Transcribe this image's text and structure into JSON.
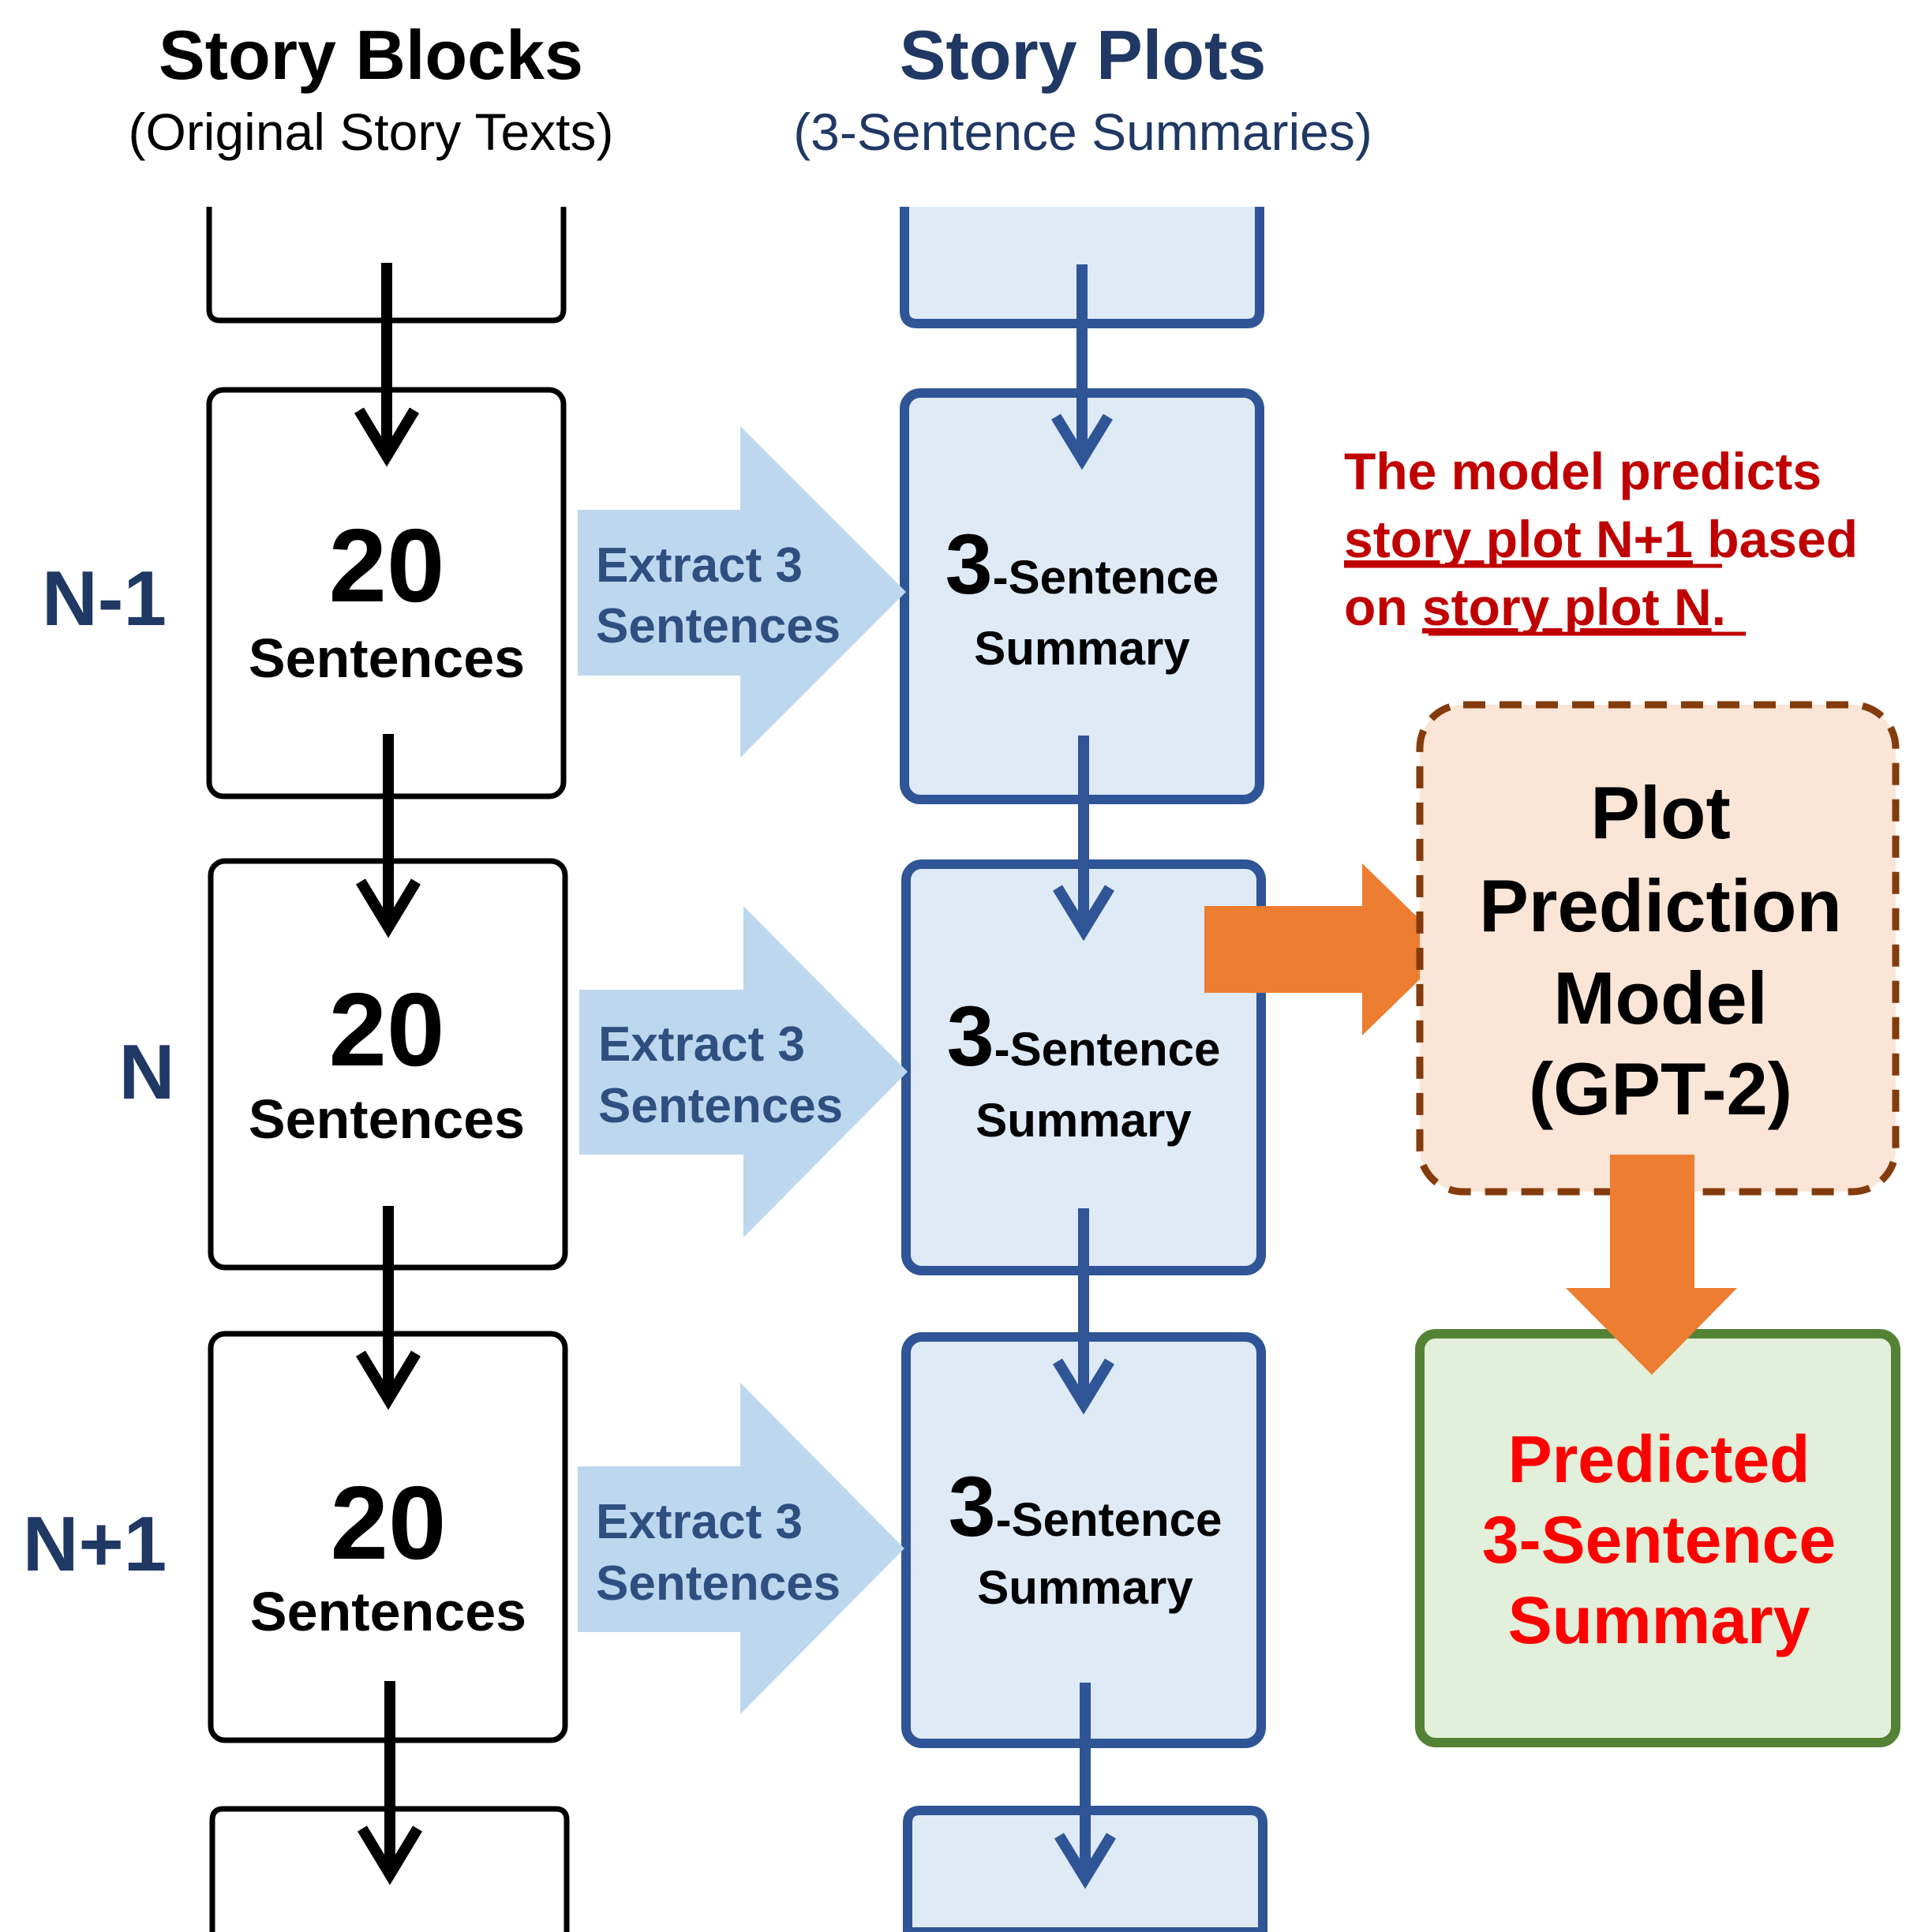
{
  "headers": {
    "blocks_title": "Story Blocks",
    "blocks_subtitle": "(Original Story Texts)",
    "plots_title": "Story Plots",
    "plots_subtitle": "(3-Sentence Summaries)"
  },
  "rows": [
    {
      "label": "N-1",
      "block_count": "20",
      "block_word": "Sentences",
      "extract_line1": "Extract 3",
      "extract_line2": "Sentences",
      "summary_num": "3",
      "summary_rest": "-Sentence",
      "summary_word": "Summary"
    },
    {
      "label": "N",
      "block_count": "20",
      "block_word": "Sentences",
      "extract_line1": "Extract 3",
      "extract_line2": "Sentences",
      "summary_num": "3",
      "summary_rest": "-Sentence",
      "summary_word": "Summary"
    },
    {
      "label": "N+1",
      "block_count": "20",
      "block_word": "Sentences",
      "extract_line1": "Extract 3",
      "extract_line2": "Sentences",
      "summary_num": "3",
      "summary_rest": "-Sentence",
      "summary_word": "Summary"
    }
  ],
  "note": {
    "line1": "The model predicts",
    "line2_underlined": "story plot N+1",
    "line2_rest": " based",
    "line3_prefix": "on ",
    "line3_underlined": "story plot N",
    "line3_suffix": "."
  },
  "model": {
    "line1": "Plot",
    "line2": "Prediction",
    "line3": "Model",
    "line4": "(GPT-2)"
  },
  "prediction": {
    "line1": "Predicted",
    "line2": "3-Sentence",
    "line3": "Summary"
  },
  "colors": {
    "navy": "#1f3864",
    "plot_border": "#2f5597",
    "plot_fill": "#deeaf6",
    "extract_arrow": "#bdd7ee",
    "orange": "#ed7d31",
    "model_border": "#843c0c",
    "model_fill": "#fbe5d6",
    "pred_border": "#548235",
    "pred_fill": "#e2efda",
    "note_red": "#c00000",
    "pred_red": "#ff0000"
  }
}
